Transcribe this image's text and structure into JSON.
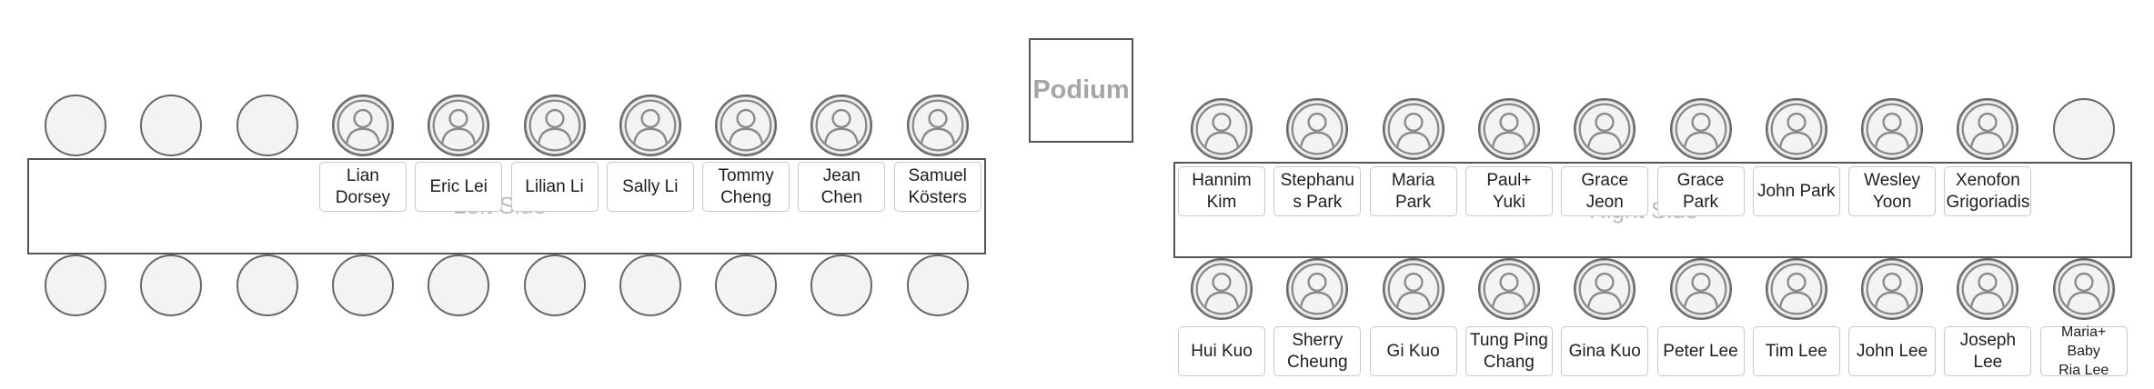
{
  "podium": {
    "label": "Podium"
  },
  "left_table": {
    "label": "Left Side",
    "top_seats": [
      {
        "name": null
      },
      {
        "name": null
      },
      {
        "name": null
      },
      {
        "name": "Lian\nDorsey"
      },
      {
        "name": "Eric Lei"
      },
      {
        "name": "Lilian Li"
      },
      {
        "name": "Sally Li"
      },
      {
        "name": "Tommy\nCheng"
      },
      {
        "name": "Jean\nChen"
      },
      {
        "name": "Samuel\nKösters"
      }
    ],
    "bottom_seats": [
      {
        "name": null
      },
      {
        "name": null
      },
      {
        "name": null
      },
      {
        "name": null
      },
      {
        "name": null
      },
      {
        "name": null
      },
      {
        "name": null
      },
      {
        "name": null
      },
      {
        "name": null
      },
      {
        "name": null
      }
    ]
  },
  "right_table": {
    "label": "Right Side",
    "top_seats": [
      {
        "name": "Hannim\nKim"
      },
      {
        "name": "Stephanu\ns Park"
      },
      {
        "name": "Maria\nPark"
      },
      {
        "name": "Paul+\nYuki"
      },
      {
        "name": "Grace\nJeon"
      },
      {
        "name": "Grace\nPark"
      },
      {
        "name": "John Park"
      },
      {
        "name": "Wesley\nYoon"
      },
      {
        "name": "Xenofon\nGrigoriadis"
      },
      {
        "name": null
      }
    ],
    "bottom_seats": [
      {
        "name": "Hui Kuo"
      },
      {
        "name": "Sherry\nCheung"
      },
      {
        "name": "Gi Kuo"
      },
      {
        "name": "Tung Ping\nChang"
      },
      {
        "name": "Gina Kuo"
      },
      {
        "name": "Peter Lee"
      },
      {
        "name": "Tim Lee"
      },
      {
        "name": "John Lee"
      },
      {
        "name": "Joseph\nLee"
      },
      {
        "name": "Maria+ Baby\nRia Lee"
      }
    ]
  },
  "icons": {
    "occupied_seat": "person-avatar-icon",
    "empty_seat": "empty-seat-icon"
  }
}
